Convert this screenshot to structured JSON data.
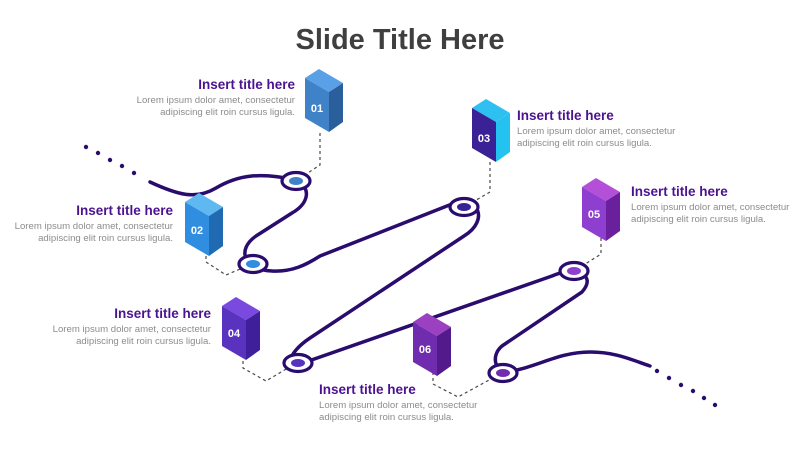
{
  "slide": {
    "title": "Slide Title Here"
  },
  "steps": [
    {
      "num": "01",
      "title": "Insert title here",
      "text": "Lorem ipsum dolor amet, consectetur adipiscing elit roin cursus ligula.",
      "colors": [
        "#5aa0e6",
        "#3f82c8",
        "#2b5f9c"
      ]
    },
    {
      "num": "02",
      "title": "Insert title here",
      "text": "Lorem ipsum dolor amet, consectetur adipiscing elit roin cursus ligula.",
      "colors": [
        "#5fb8f0",
        "#2f8ee0",
        "#1f6ab0"
      ]
    },
    {
      "num": "03",
      "title": "Insert title here",
      "text": "Lorem ipsum dolor amet, consectetur adipiscing elit roin cursus ligula.",
      "colors": [
        "#2ec0f0",
        "#3a2296",
        "#24c2f0"
      ]
    },
    {
      "num": "04",
      "title": "Insert title here",
      "text": "Lorem ipsum dolor amet, consectetur adipiscing elit roin cursus ligula.",
      "colors": [
        "#7a4ae0",
        "#5a32c0",
        "#40209a"
      ]
    },
    {
      "num": "05",
      "title": "Insert title here",
      "text": "Lorem ipsum dolor amet, consectetur adipiscing elit roin cursus ligula.",
      "colors": [
        "#b450d8",
        "#8e3fd0",
        "#6a1f9c"
      ]
    },
    {
      "num": "06",
      "title": "Insert title here",
      "text": "Lorem ipsum dolor amet, consectetur adipiscing elit roin cursus ligula.",
      "colors": [
        "#9a40c0",
        "#702cae",
        "#521a8a"
      ]
    }
  ],
  "colors": {
    "track": "#2a0c6e",
    "title": "#3f3f3f",
    "heading": "#4b1390",
    "body": "#8c8c8c",
    "ring": "#2a0c6e"
  }
}
